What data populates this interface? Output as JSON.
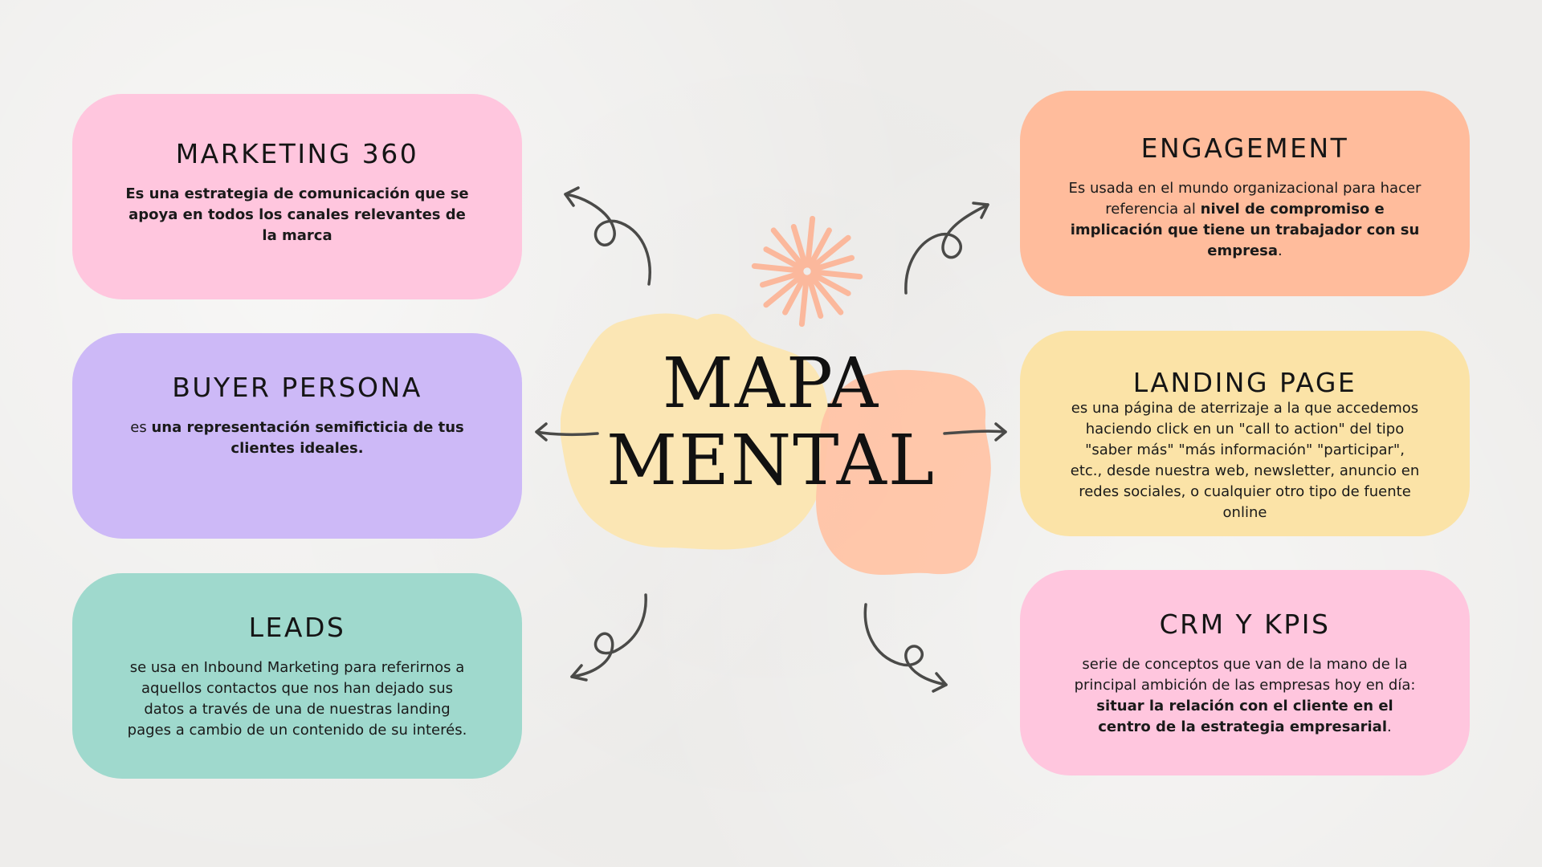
{
  "center": {
    "line1": "MAPA",
    "line2": "MENTAL"
  },
  "colors": {
    "pink": "#ffc6de",
    "lavender": "#cdb9f7",
    "mint": "#9fd9cd",
    "peach": "#ffbc9c",
    "yellow": "#fbe3a7",
    "blob_yellow": "#fbe6b4",
    "blob_peach": "#ffc4a6",
    "sunburst": "#fbb89c",
    "arrow": "#4a4a48"
  },
  "cards": {
    "marketing": {
      "title": "MARKETING 360",
      "text": "Es una estrategia de comunicación que se apoya en todos los canales relevantes de la marca"
    },
    "buyer": {
      "title": "BUYER PERSONA",
      "prefix": "es ",
      "bold": "una representación semificticia de tus clientes ideales."
    },
    "leads": {
      "title": "LEADS",
      "text": "se usa en Inbound Marketing para referirnos a aquellos contactos que nos han dejado sus datos a través de una de nuestras landing pages a cambio de un contenido de su interés."
    },
    "engagement": {
      "title": "ENGAGEMENT",
      "prefix": "Es usada en el mundo organizacional para hacer referencia al ",
      "bold": "nivel de compromiso e implicación que tiene un trabajador con su empresa",
      "suffix": "."
    },
    "landing": {
      "title": "LANDING PAGE",
      "text": "es una página de aterrizaje a la que accedemos haciendo click en un \"call to action\" del tipo \"saber más\" \"más información\" \"participar\", etc., desde nuestra web, newsletter, anuncio en redes sociales, o cualquier otro tipo de fuente online"
    },
    "crm": {
      "title": "CRM Y KPIS",
      "prefix": "serie de conceptos que van de la mano de la principal ambición de las empresas hoy en día: ",
      "bold": "situar la relación con el cliente en el centro de la estrategia empresarial",
      "suffix": "."
    }
  }
}
